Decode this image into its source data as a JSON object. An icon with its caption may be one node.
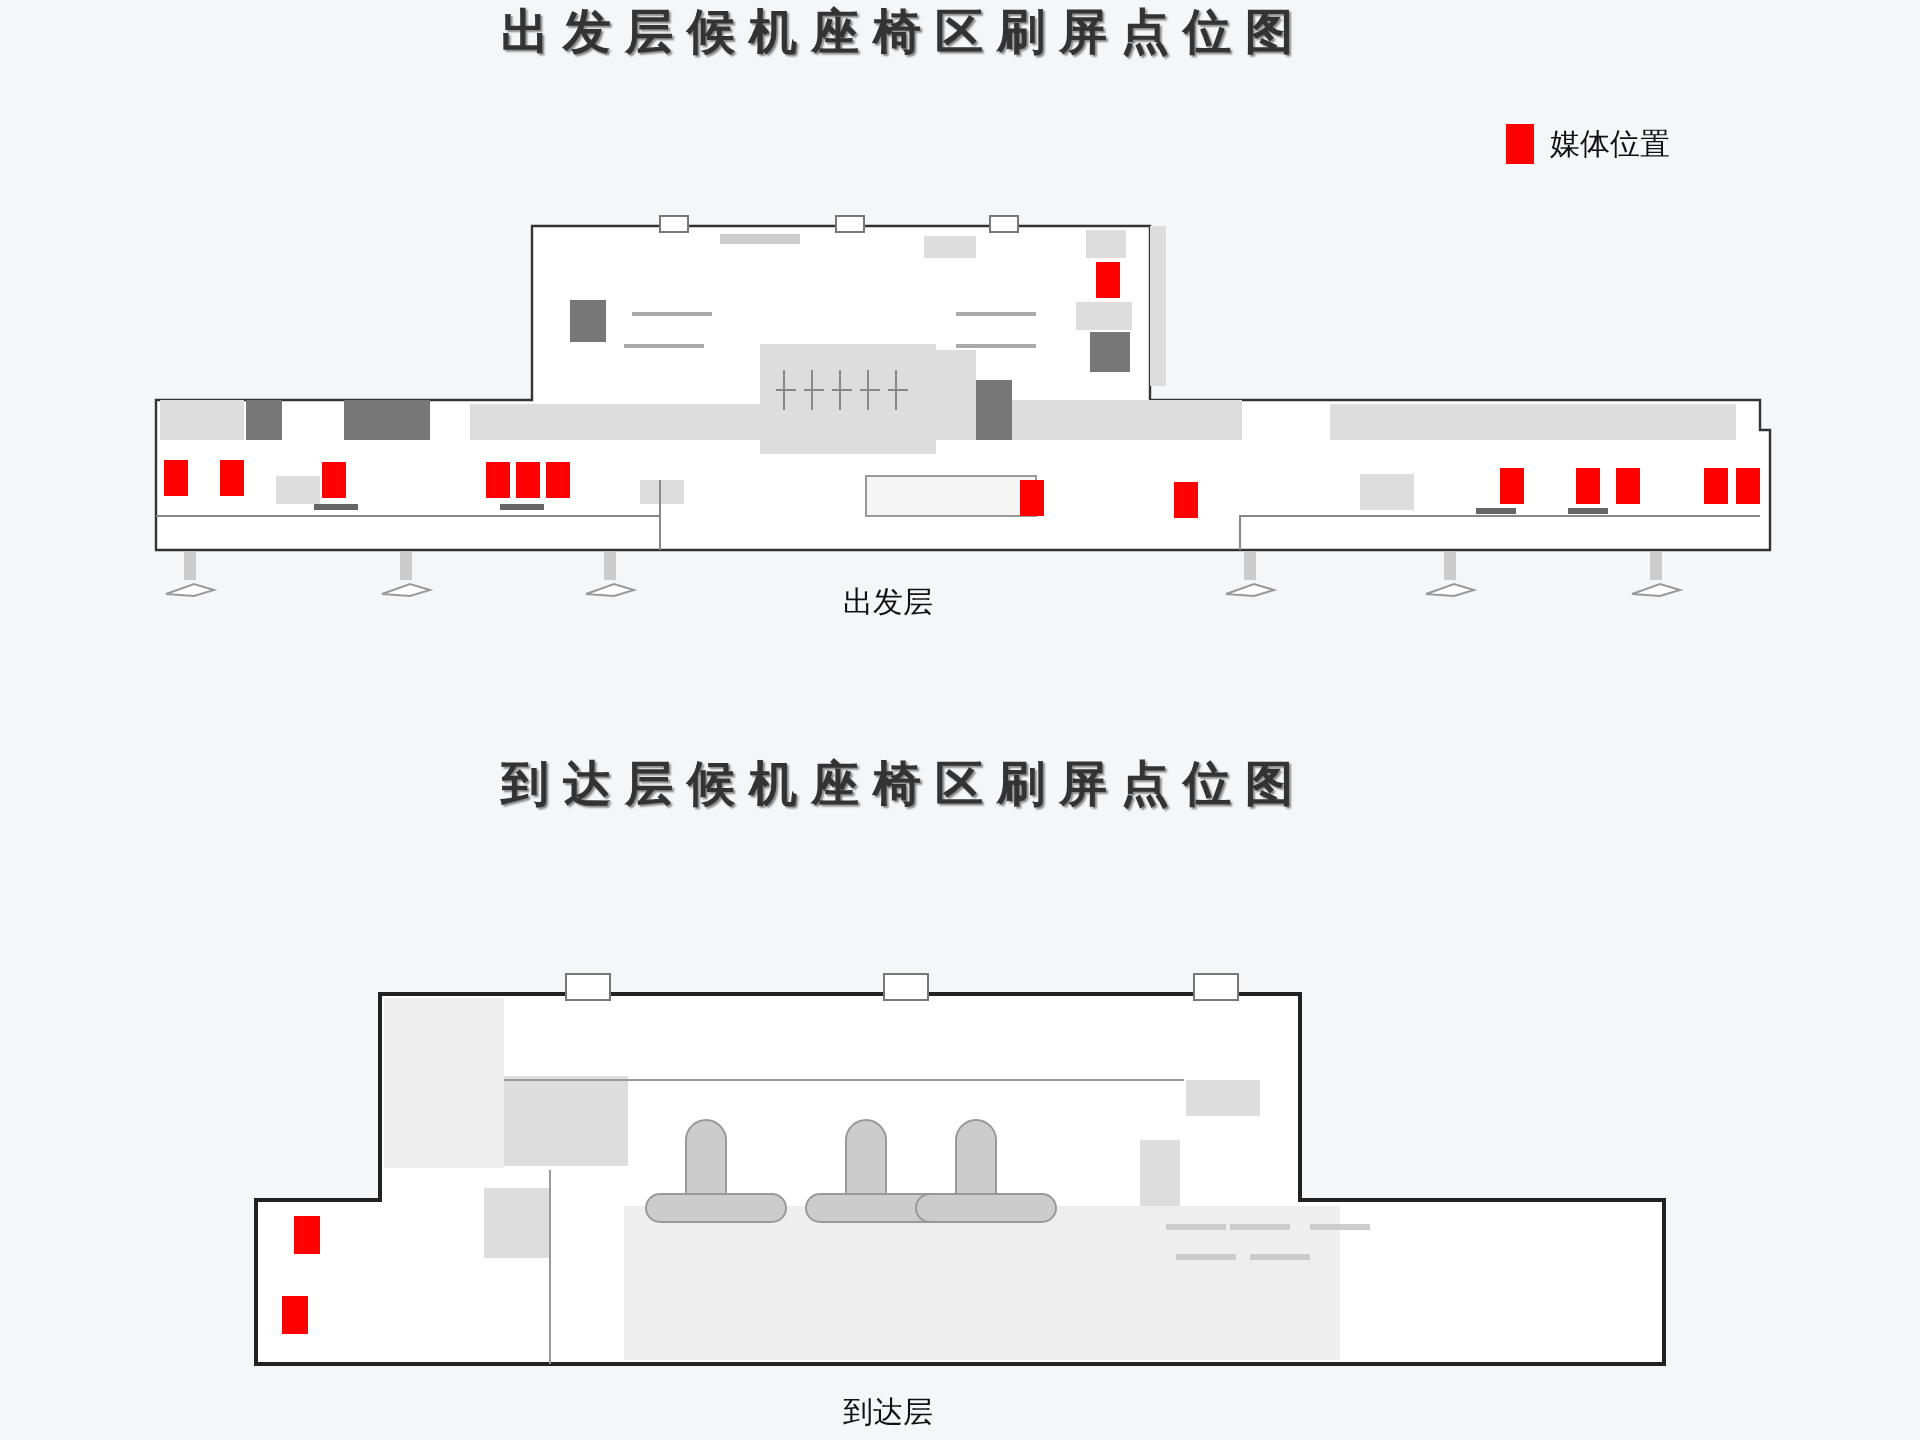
{
  "diagram": {
    "title": "出发层候机座椅区刷屏点位图",
    "labels": [
      "出发层",
      "到达层候机座椅区刷屏点位图",
      "到达层"
    ],
    "legend": [
      {
        "text": "媒体位置",
        "color": "#ff0000"
      }
    ]
  }
}
